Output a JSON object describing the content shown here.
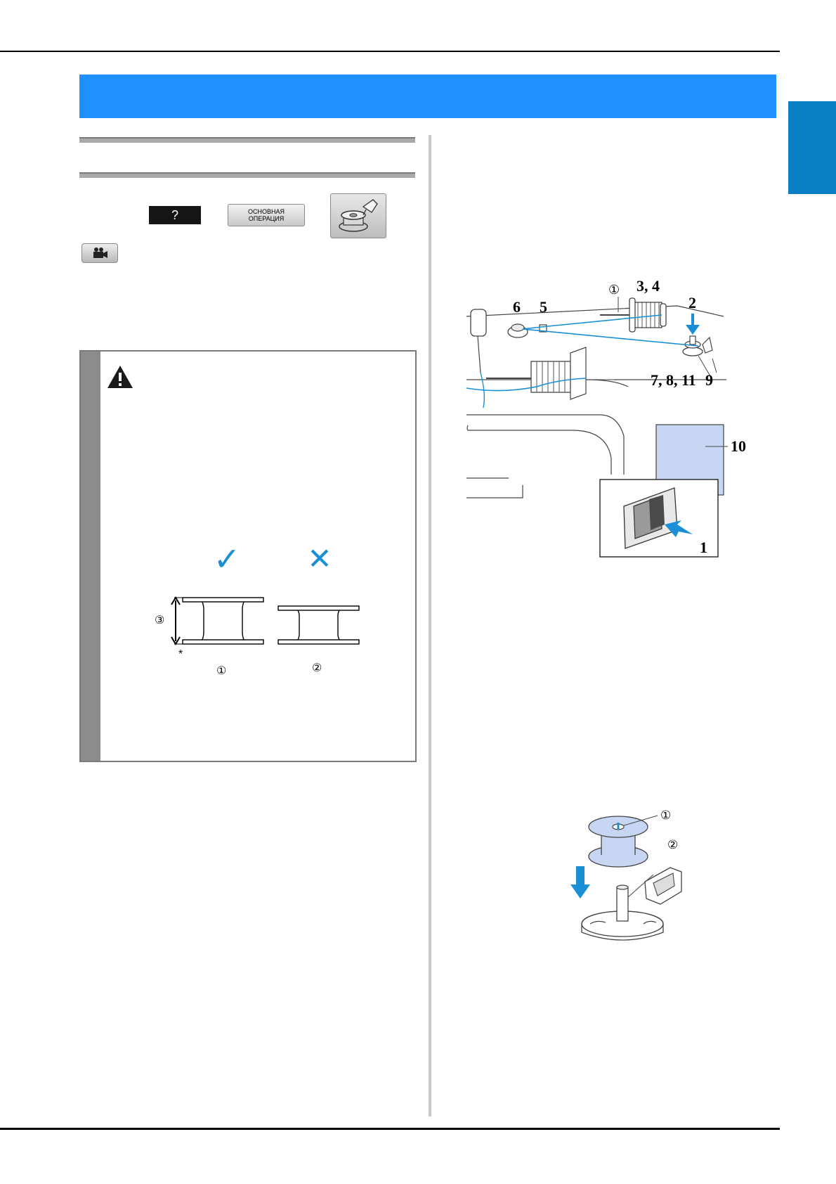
{
  "header": {
    "title": ""
  },
  "buttons": {
    "help_label": "?",
    "basic_operation_label_line1": "ОСНОВНАЯ",
    "basic_operation_label_line2": "ОПЕРАЦИЯ"
  },
  "threading_figure": {
    "callouts": {
      "c1": "①",
      "c2": "2",
      "c34": "3, 4",
      "c5": "5",
      "c6": "6",
      "c7811": "7, 8, 11",
      "c9": "9",
      "c10": "10",
      "c_switch": "1"
    },
    "thread_color": "#1a8fd6"
  },
  "caution": {
    "check_mark": "✓",
    "cross_mark": "✕",
    "label_height": "③",
    "label_good": "①",
    "label_bad": "②",
    "asterisk": "*"
  },
  "bobbin_figure": {
    "label_1": "①",
    "label_2": "②"
  },
  "colors": {
    "banner": "#1e90ff",
    "side_tab": "#0a7fc6",
    "accent_blue": "#1a8fd6"
  }
}
